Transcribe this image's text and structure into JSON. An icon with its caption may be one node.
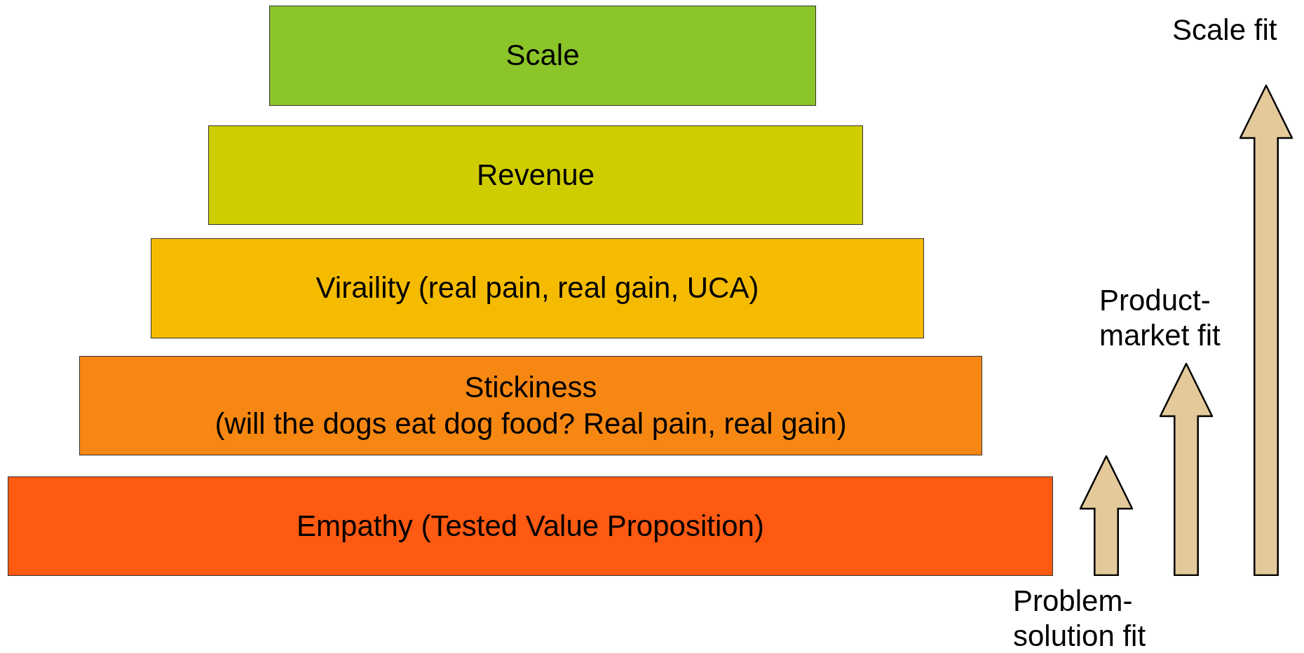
{
  "diagram": {
    "nodes": [
      {
        "text": [
          "Scale"
        ]
      },
      {
        "text": [
          "Revenue"
        ]
      },
      {
        "text": [
          "Viraility (real pain, real gain, UCA)"
        ]
      },
      {
        "text": [
          "Stickiness",
          "(will the dogs eat dog food? Real pain, real gain)"
        ]
      },
      {
        "text": [
          "Empathy (Tested Value Proposition)"
        ]
      }
    ],
    "labels": [
      "Scale fit",
      "Product-market fit",
      "Problem-solution fit"
    ]
  }
}
